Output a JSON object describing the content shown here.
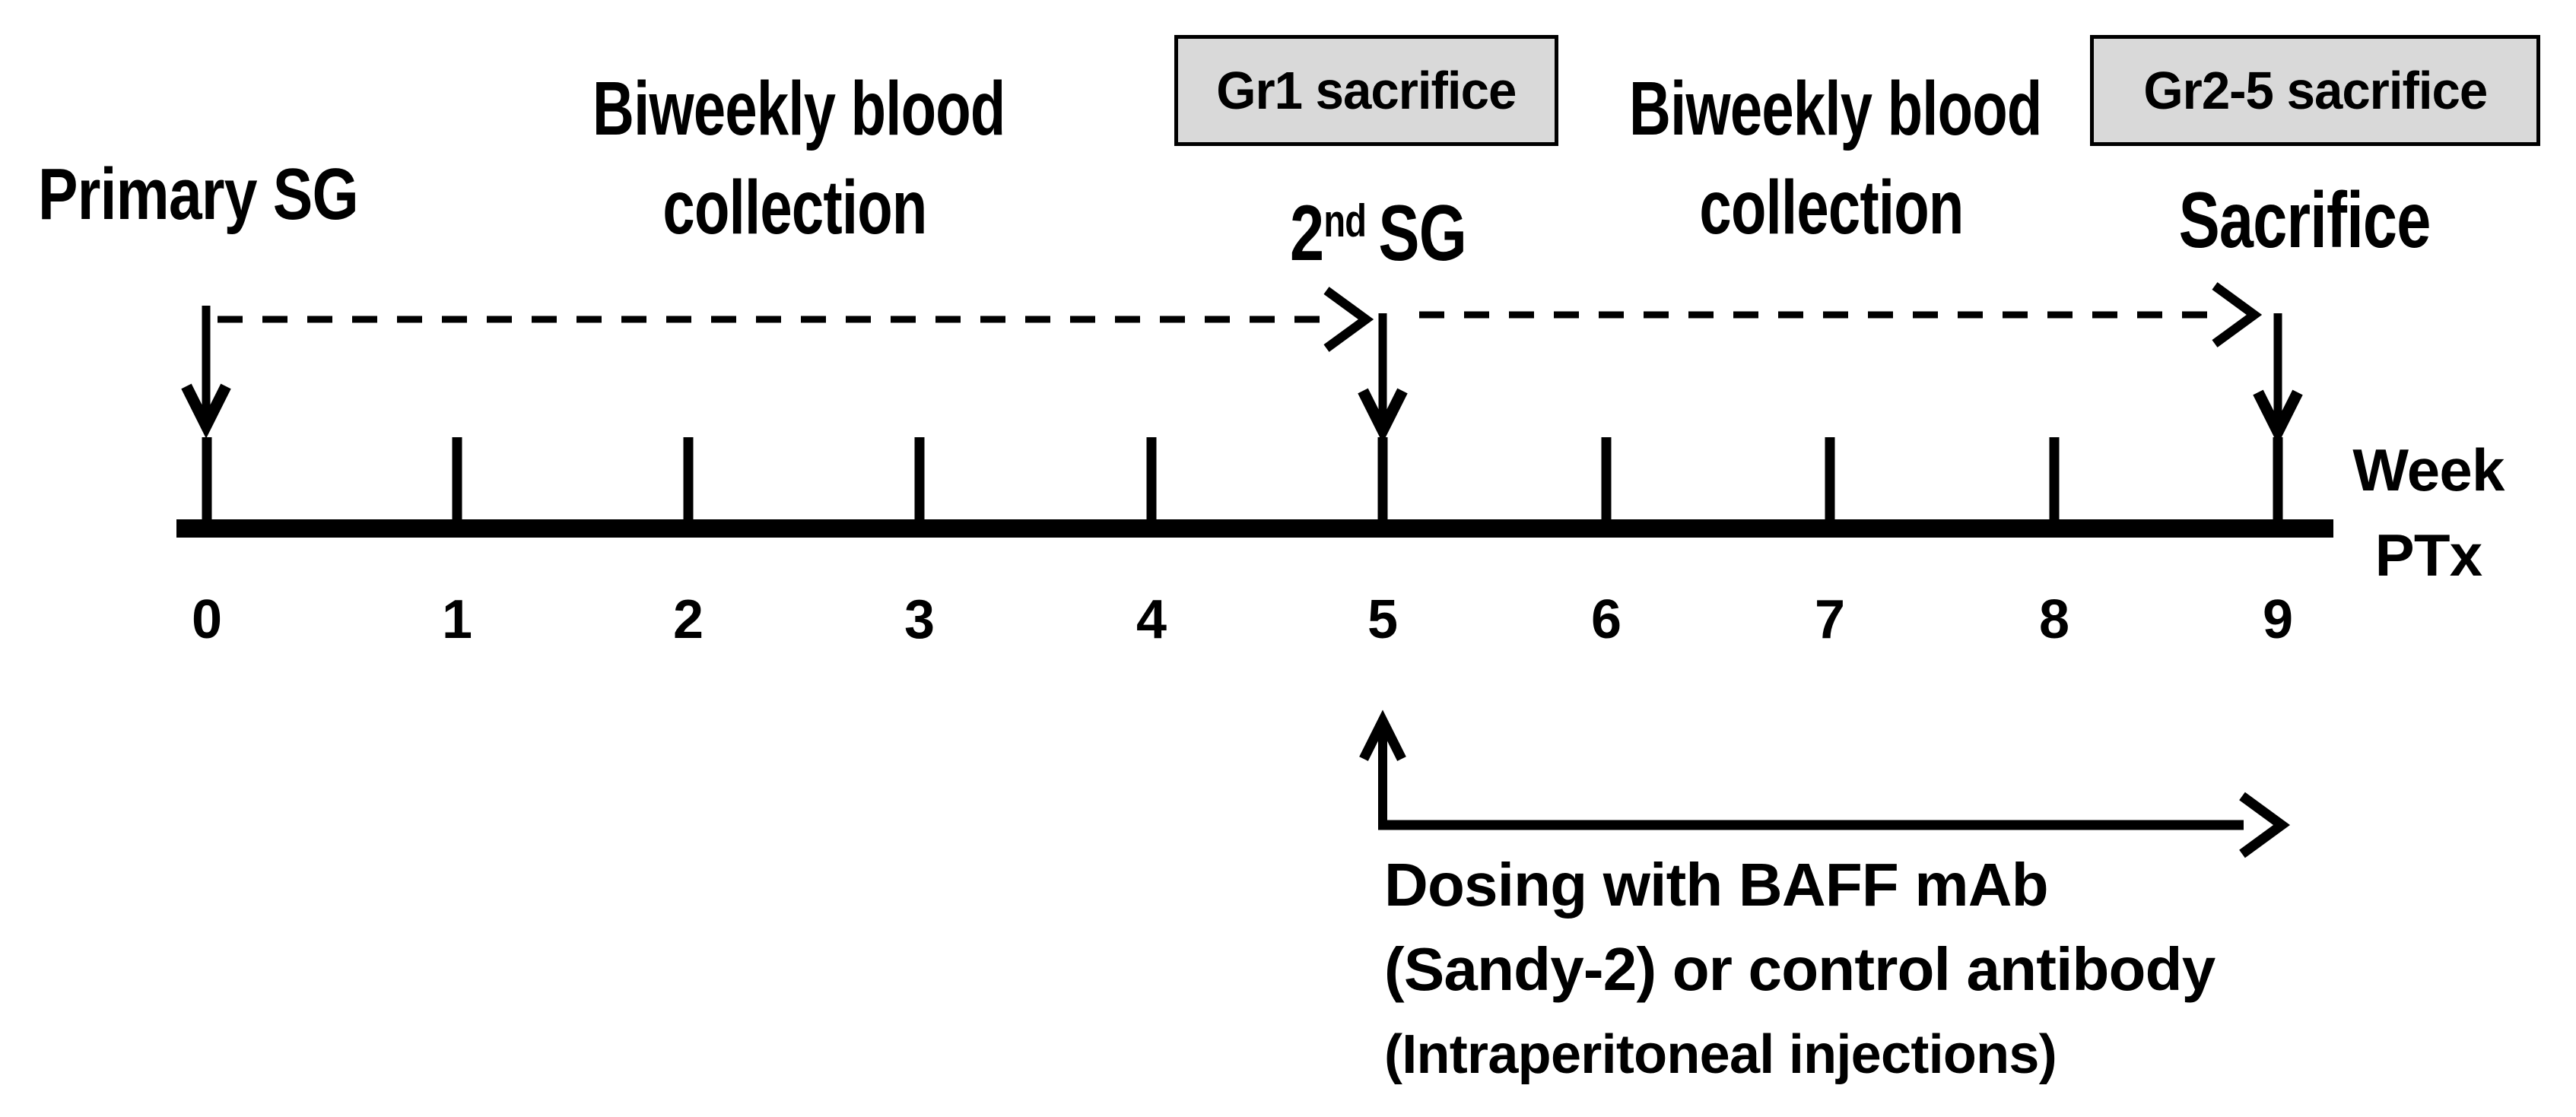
{
  "figure": {
    "events_top": {
      "primary_sg": "Primary SG",
      "biweekly_left": [
        "Biweekly blood",
        "collection"
      ],
      "gr1_box": "Gr1 sacrifice",
      "second_sg": {
        "base": "2",
        "sup": "nd",
        "rest": "SG"
      },
      "biweekly_right": [
        "Biweekly blood",
        "collection"
      ],
      "gr25_box": "Gr2-5 sacrifice",
      "sacrifice": "Sacrifice"
    },
    "axis": {
      "week_labels": [
        "0",
        "1",
        "2",
        "3",
        "4",
        "5",
        "6",
        "7",
        "8",
        "9"
      ],
      "unit_line1": "Week",
      "unit_line2": "PTx"
    },
    "dosing": {
      "line1": "Dosing with BAFF mAb",
      "line2": "(Sandy-2) or control antibody",
      "line3": "(Intraperitoneal injections)"
    },
    "colors": {
      "ink": "#000000",
      "box_fill": "#d9d9d9",
      "background": "#ffffff"
    }
  }
}
